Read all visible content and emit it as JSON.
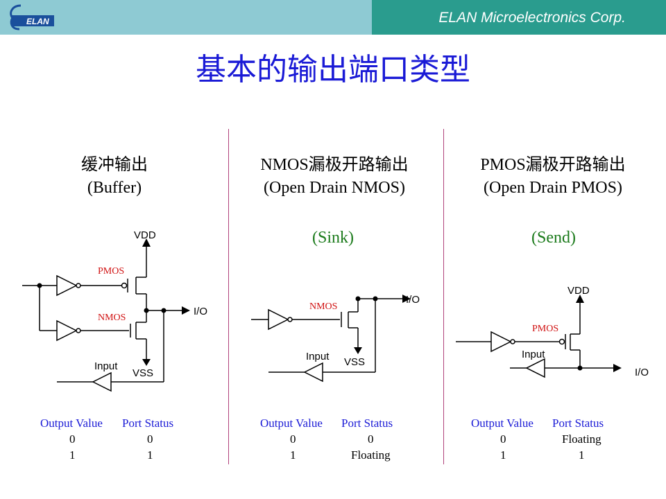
{
  "header": {
    "logo_text": "ELAN",
    "company": "ELAN Microelectronics Corp."
  },
  "title": "基本的输出端口类型",
  "columns": [
    {
      "title": "缓冲输出",
      "subtitle": "(Buffer)",
      "mode": "",
      "labels": {
        "vdd": "VDD",
        "vss": "VSS",
        "io": "I/O",
        "input": "Input",
        "pmos": "PMOS",
        "nmos": "NMOS"
      },
      "table": {
        "headers": [
          "Output Value",
          "Port Status"
        ],
        "rows": [
          [
            "0",
            "0"
          ],
          [
            "1",
            "1"
          ]
        ]
      }
    },
    {
      "title": "NMOS漏极开路输出",
      "subtitle": "(Open Drain NMOS)",
      "mode": "(Sink)",
      "labels": {
        "vss": "VSS",
        "io": "I/O",
        "input": "Input",
        "nmos": "NMOS"
      },
      "table": {
        "headers": [
          "Output Value",
          "Port Status"
        ],
        "rows": [
          [
            "0",
            "0"
          ],
          [
            "1",
            "Floating"
          ]
        ]
      }
    },
    {
      "title": "PMOS漏极开路输出",
      "subtitle": "(Open Drain PMOS)",
      "mode": "(Send)",
      "labels": {
        "vdd": "VDD",
        "io": "I/O",
        "input": "Input",
        "pmos": "PMOS"
      },
      "table": {
        "headers": [
          "Output Value",
          "Port Status"
        ],
        "rows": [
          [
            "0",
            "Floating"
          ],
          [
            "1",
            "1"
          ]
        ]
      }
    }
  ]
}
